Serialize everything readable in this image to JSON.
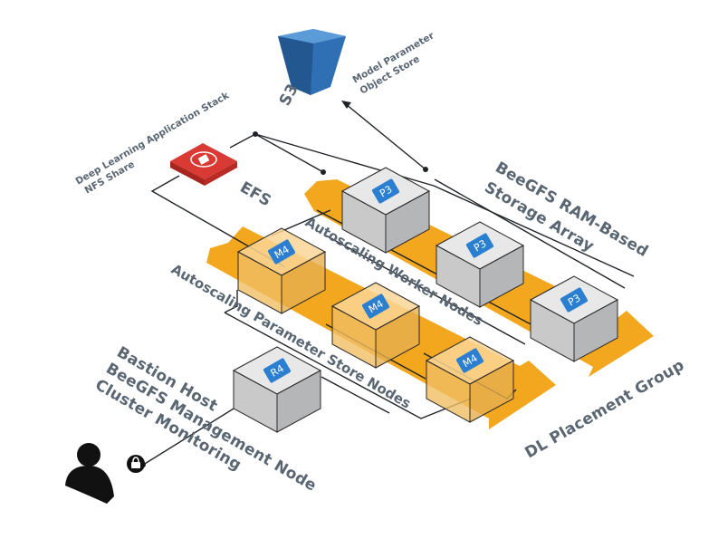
{
  "s3": {
    "label": "S3",
    "description": "Model Parameter\nObject Store"
  },
  "efs": {
    "label": "EFS",
    "description": "Deep Learning Application Stack\nNFS Share"
  },
  "groups": {
    "storage": "BeeGFS RAM-Based\nStorage Array",
    "workers": "Autoscaling Worker Nodes",
    "params": "Autoscaling Parameter Store Nodes",
    "placement": "DL Placement Group"
  },
  "nodes": {
    "p3_1": "P3",
    "p3_2": "P3",
    "p3_3": "P3",
    "m4_1": "M4",
    "m4_2": "M4",
    "m4_3": "M4",
    "r4": "R4"
  },
  "bastion": {
    "description": "Bastion Host\nBeeGFS Management Node\nCluster Monitoring"
  },
  "colors": {
    "arrow": "#f3a71e",
    "bucket": "#2f6fb3",
    "efs": "#d93a34",
    "tag": "#2a7fd0",
    "text": "#5a6773",
    "box_gray": "#dcdcdd",
    "box_orange": "#f6cc82"
  }
}
